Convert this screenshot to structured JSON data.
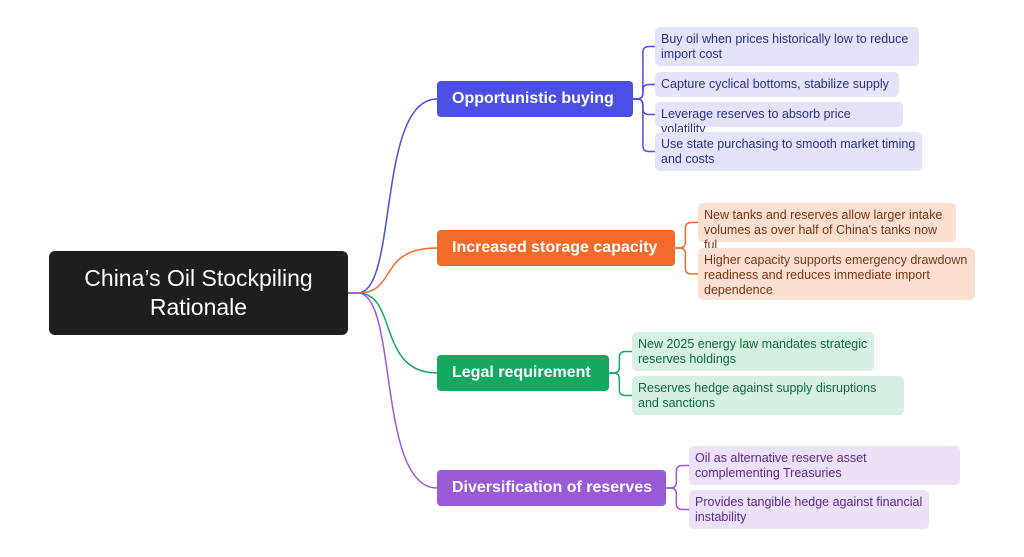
{
  "root": {
    "title": "China’s Oil Stockpiling Rationale"
  },
  "branches": [
    {
      "label": "Opportunistic buying",
      "color": "#4b4fe3",
      "leaf_bg": "#e3e3fa",
      "leaf_text": "#2e2f86",
      "leaves": [
        "Buy oil when prices historically low to reduce import cost",
        "Capture cyclical bottoms, stabilize supply",
        "Leverage reserves to absorb price volatility",
        "Use state purchasing to smooth market timing and costs"
      ]
    },
    {
      "label": "Increased storage capacity",
      "color": "#f26b2a",
      "leaf_bg": "#fbe0d2",
      "leaf_text": "#7a3414",
      "leaves": [
        "New tanks and reserves allow larger intake volumes as over half of China's tanks now ful",
        "Higher capacity supports emergency drawdown readiness and reduces immediate import dependence"
      ]
    },
    {
      "label": "Legal requirement",
      "color": "#14a861",
      "leaf_bg": "#d6f0e1",
      "leaf_text": "#0d6b3e",
      "leaves": [
        "New 2025 energy law mandates strategic reserves holdings",
        "Reserves hedge against supply disruptions and sanctions"
      ]
    },
    {
      "label": "Diversification of reserves",
      "color": "#9a5ad8",
      "leaf_bg": "#ece1f7",
      "leaf_text": "#5a2a8a",
      "leaves": [
        "Oil as alternative reserve asset complementing Treasuries",
        "Provides tangible hedge against financial instability"
      ]
    }
  ]
}
